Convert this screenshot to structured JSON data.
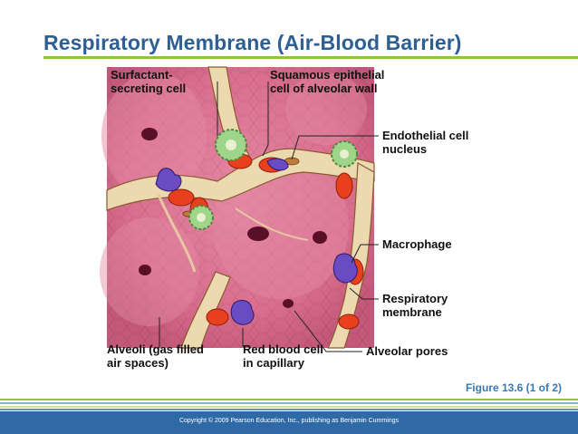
{
  "slide": {
    "title": "Respiratory Membrane (Air-Blood Barrier)",
    "caption": "Figure 13.6 (1 of 2)",
    "copyright": "Copyright © 2009 Pearson Education, Inc., publishing as Benjamin Cummings"
  },
  "labels": {
    "surfactant": [
      "Surfactant-",
      "secreting cell"
    ],
    "squamous": [
      "Squamous epithelial",
      "cell of alveolar wall"
    ],
    "endothelial": [
      "Endothelial cell",
      "nucleus"
    ],
    "macrophage": [
      "Macrophage"
    ],
    "respiratory": [
      "Respiratory",
      "membrane"
    ],
    "alveoli": [
      "Alveoli (gas filled",
      "air spaces)"
    ],
    "rbc": [
      "Red blood cell",
      "in capillary"
    ],
    "pores": [
      "Alveolar pores"
    ]
  },
  "colors": {
    "title": "#2e5f93",
    "accent_green": "#8cc63f",
    "caption": "#3a78b4",
    "footer": "#2f6aa6",
    "tissue_pink": "#d9708f",
    "capillary_cream": "#ecd9b0",
    "rbc_red": "#e8401c",
    "macrophage_purple": "#6a4bc2",
    "surfactant_green": "#9fd58a"
  }
}
